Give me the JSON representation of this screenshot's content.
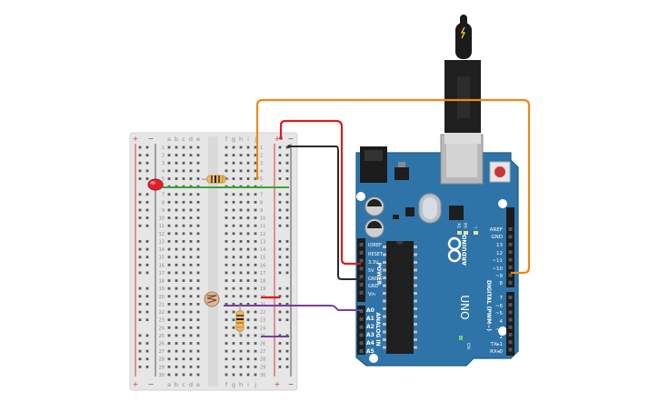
{
  "breadboard": {
    "column_letters_left": [
      "a",
      "b",
      "c",
      "d",
      "e"
    ],
    "column_letters_right": [
      "f",
      "g",
      "h",
      "i",
      "j"
    ],
    "rows": [
      "1",
      "2",
      "3",
      "4",
      "5",
      "6",
      "7",
      "8",
      "9",
      "10",
      "11",
      "12",
      "13",
      "14",
      "15",
      "16",
      "17",
      "18",
      "19",
      "20",
      "21",
      "22",
      "23",
      "24",
      "25",
      "26",
      "27",
      "28",
      "29",
      "30"
    ],
    "rail_plus": "+",
    "rail_minus": "−"
  },
  "arduino": {
    "logo_text": "ARDUINO",
    "model": "UNO",
    "section_power": "POWER",
    "section_analog": "ANALOG IN",
    "section_digital": "DIGITAL (PWM~)",
    "on_label": "ON",
    "tx_label": "TX",
    "rx_label": "RX",
    "l_label": "L",
    "power_pins": [
      "IOREF",
      "RESET",
      "3.3V",
      "5V",
      "GND",
      "GND",
      "Vin"
    ],
    "analog_pins": [
      "A0",
      "A1",
      "A2",
      "A3",
      "A4",
      "A5"
    ],
    "digital_top": [
      "AREF",
      "GND",
      "13",
      "12",
      "~11",
      "~10",
      "~9",
      "8"
    ],
    "digital_bottom": [
      "7",
      "~6",
      "~5",
      "4",
      "~3",
      "2",
      "TX▸1",
      "RX◂0"
    ]
  },
  "colors": {
    "board": "#2f74a8",
    "wire_orange": "#e98b17",
    "wire_red": "#d71f1f",
    "wire_black": "#2a2a2a",
    "wire_green": "#3aa33a",
    "wire_purple": "#7b3d9c",
    "led_red": "#e0212b"
  }
}
